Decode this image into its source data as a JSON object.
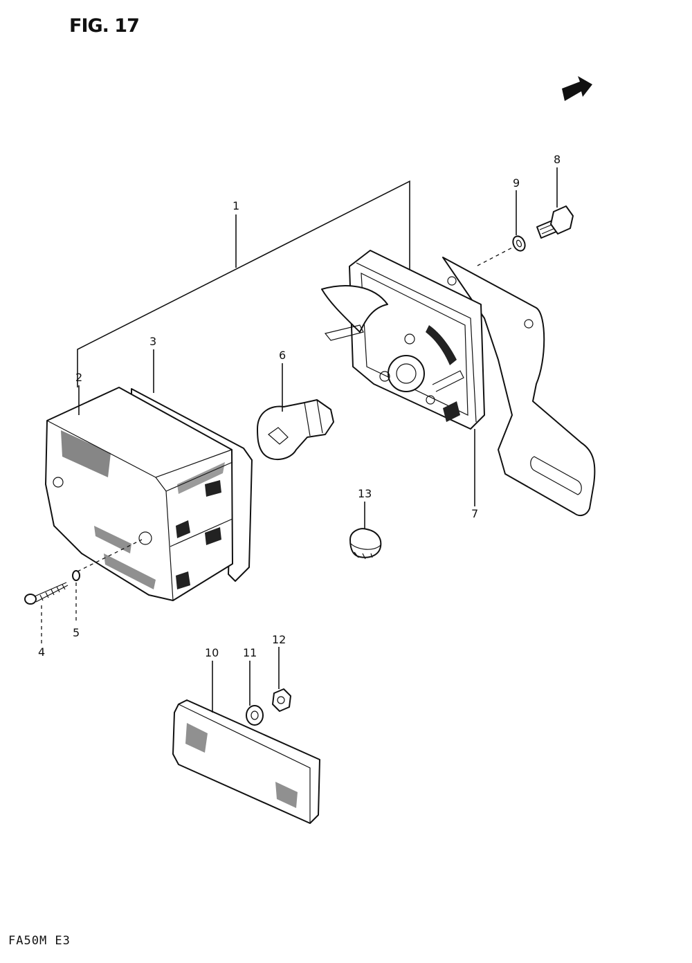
{
  "figure": {
    "title": "FIG. 17",
    "model_code": "FA50M E3"
  },
  "callouts": {
    "c1": "1",
    "c2": "2",
    "c3": "3",
    "c4": "4",
    "c5": "5",
    "c6": "6",
    "c7": "7",
    "c8": "8",
    "c9": "9",
    "c10": "10",
    "c11": "11",
    "c12": "12",
    "c13": "13"
  },
  "icons": {
    "direction": "direction-arrow-icon"
  },
  "colors": {
    "ink": "#111111",
    "paper": "#ffffff"
  }
}
